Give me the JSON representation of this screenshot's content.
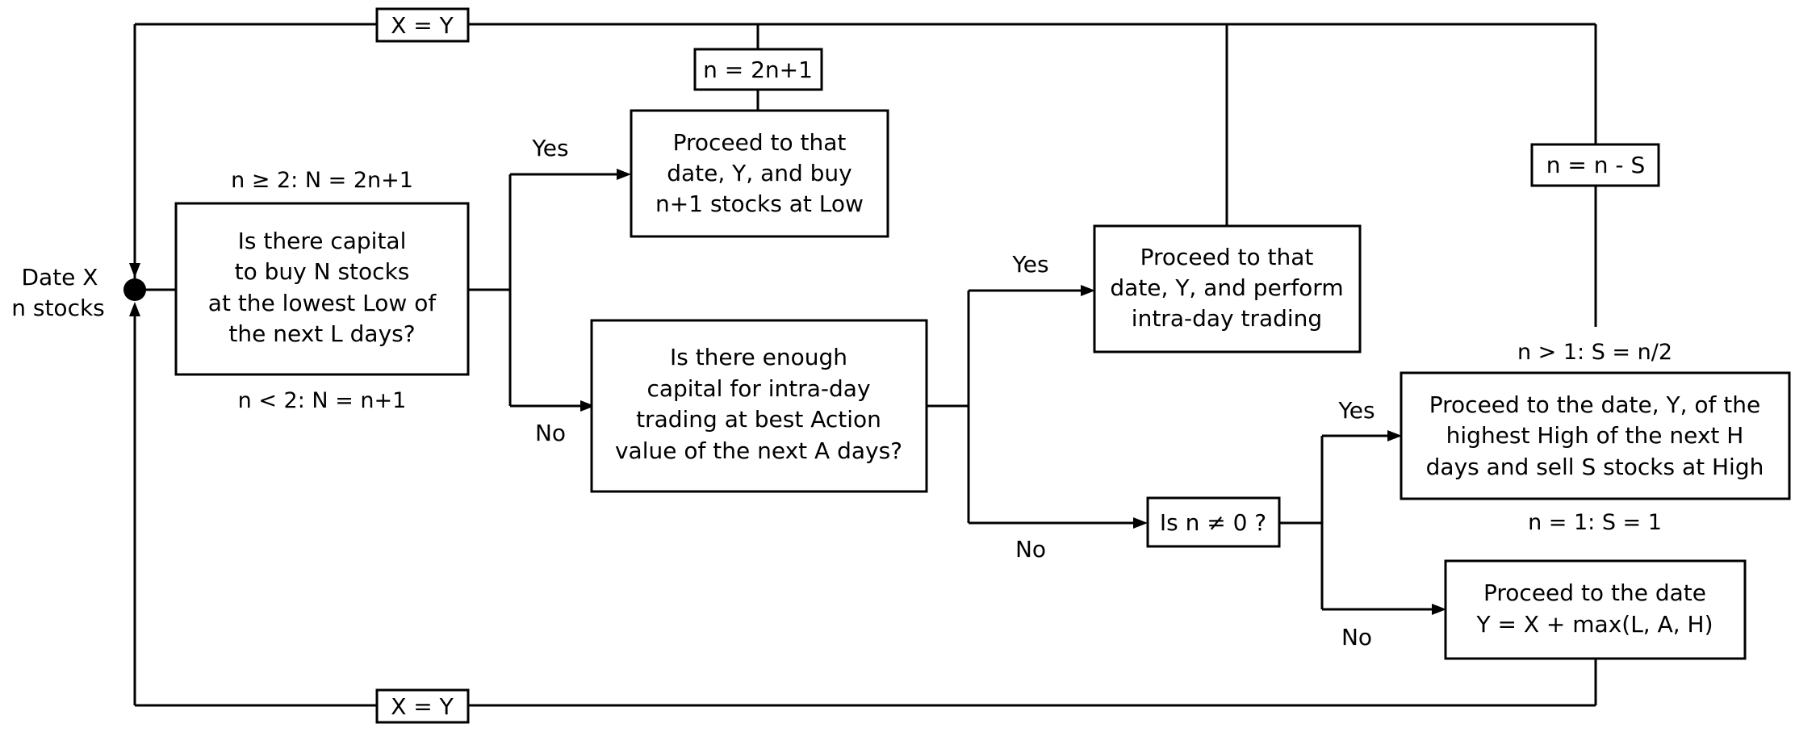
{
  "start": {
    "line1": "Date X",
    "line2": "n stocks"
  },
  "boxes": {
    "capital_check": [
      "Is there capital",
      "to buy N stocks",
      "at the lowest Low of",
      "the next L days?"
    ],
    "buy_low": [
      "Proceed to that",
      "date, Y, and buy",
      "n+1 stocks at Low"
    ],
    "intraday_check": [
      "Is there enough",
      "capital for intra-day",
      "trading at best Action",
      "value of the next A days?"
    ],
    "intraday_trade": [
      "Proceed to that",
      "date, Y, and perform",
      "intra-day trading"
    ],
    "n_check": "Is n ≠ 0 ?",
    "sell_high": [
      "Proceed to the date, Y, of the",
      "highest High of the next H",
      "days and sell S stocks at High"
    ],
    "skip_date": [
      "Proceed to the date",
      "Y = X + max(L, A, H)"
    ]
  },
  "updates": {
    "top_x_eq_y": "X = Y",
    "bottom_x_eq_y": "X = Y",
    "n_double": "n = 2n+1",
    "n_minus_s": "n = n - S"
  },
  "conditions": {
    "n_ge_2": "n ≥ 2: N = 2n+1",
    "n_lt_2": "n < 2: N = n+1",
    "n_gt_1": "n > 1: S = n/2",
    "n_eq_1": "n = 1: S = 1"
  },
  "edge_labels": {
    "yes_capital": "Yes",
    "no_capital": "No",
    "yes_intraday": "Yes",
    "no_intraday": "No",
    "yes_n": "Yes",
    "no_n": "No"
  }
}
